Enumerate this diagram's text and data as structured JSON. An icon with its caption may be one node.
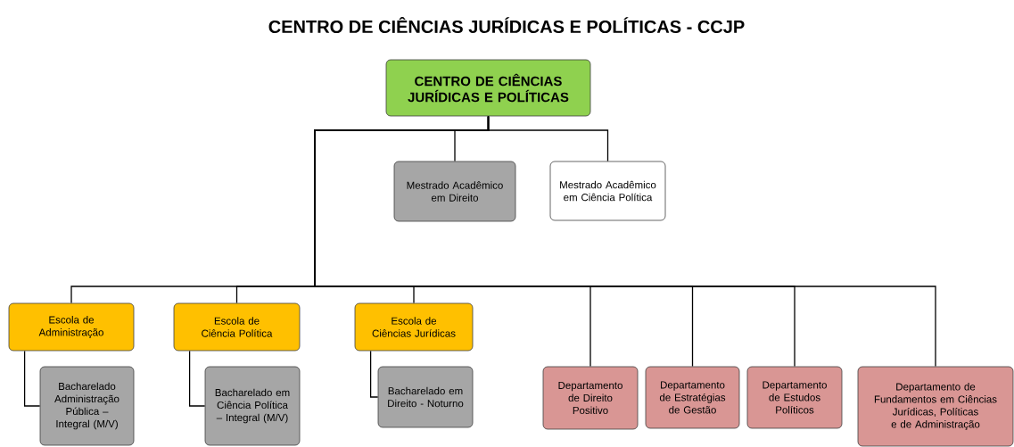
{
  "diagram": {
    "title": "CENTRO DE CIÊNCIAS JURÍDICAS E POLÍTICAS - CCJP",
    "nodes": [
      {
        "text": [
          "CENTRO DE CIÊNCIAS JURÍDICAS E POLÍTICAS"
        ]
      },
      {
        "text": [
          "Mestrado Acadêmico em Direito"
        ]
      },
      {
        "text": [
          "Mestrado Acadêmico em Ciência Política"
        ]
      },
      {
        "text": [
          "Escola de Administração"
        ]
      },
      {
        "text": [
          "Escola de Ciência Política"
        ]
      },
      {
        "text": [
          "Escola de Ciências Jurídicas"
        ]
      },
      {
        "text": [
          "Bacharelado Administração Pública – Integral (M/V)"
        ]
      },
      {
        "text": [
          "Bacharelado em Ciência Política – Integral (M/V)"
        ]
      },
      {
        "text": [
          "Bacharelado em Direito - Noturno"
        ]
      },
      {
        "text": [
          "Departamento de Direito Positivo"
        ]
      },
      {
        "text": [
          "Departamento de Estratégias de Gestão"
        ]
      },
      {
        "text": [
          "Departamento de Estudos Políticos"
        ]
      },
      {
        "text": [
          "Departamento de Fundamentos em Ciências Jurídicas, Políticas e de Administração"
        ]
      }
    ],
    "edges": [
      {
        "from": 0,
        "to": 1,
        "arrow": "none"
      },
      {
        "from": 0,
        "to": 2,
        "arrow": "none"
      },
      {
        "from": 0,
        "to": 3,
        "arrow": "none"
      },
      {
        "from": 0,
        "to": 4,
        "arrow": "none"
      },
      {
        "from": 0,
        "to": 5,
        "arrow": "none"
      },
      {
        "from": 0,
        "to": 9,
        "arrow": "none"
      },
      {
        "from": 0,
        "to": 10,
        "arrow": "none"
      },
      {
        "from": 0,
        "to": 11,
        "arrow": "none"
      },
      {
        "from": 0,
        "to": 12,
        "arrow": "none"
      },
      {
        "from": 3,
        "to": 6,
        "arrow": "none"
      },
      {
        "from": 4,
        "to": 7,
        "arrow": "none"
      },
      {
        "from": 5,
        "to": 8,
        "arrow": "none"
      }
    ]
  }
}
